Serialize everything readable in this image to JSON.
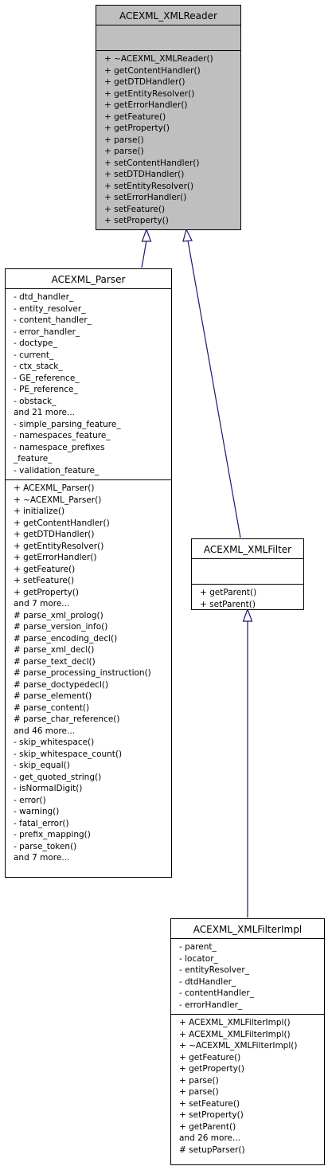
{
  "classes": {
    "xmlreader": {
      "name": "ACEXML_XMLReader",
      "attributes": [],
      "methods": [
        "+ ~ACEXML_XMLReader()",
        "+ getContentHandler()",
        "+ getDTDHandler()",
        "+ getEntityResolver()",
        "+ getErrorHandler()",
        "+ getFeature()",
        "+ getProperty()",
        "+ parse()",
        "+ parse()",
        "+ setContentHandler()",
        "+ setDTDHandler()",
        "+ setEntityResolver()",
        "+ setErrorHandler()",
        "+ setFeature()",
        "+ setProperty()"
      ]
    },
    "parser": {
      "name": "ACEXML_Parser",
      "attributes": [
        "- dtd_handler_",
        "- entity_resolver_",
        "- content_handler_",
        "- error_handler_",
        "- doctype_",
        "- current_",
        "- ctx_stack_",
        "- GE_reference_",
        "- PE_reference_",
        "- obstack_",
        "and 21 more...",
        "- simple_parsing_feature_",
        "- namespaces_feature_",
        "- namespace_prefixes",
        "_feature_",
        "- validation_feature_"
      ],
      "methods": [
        "+ ACEXML_Parser()",
        "+ ~ACEXML_Parser()",
        "+ initialize()",
        "+ getContentHandler()",
        "+ getDTDHandler()",
        "+ getEntityResolver()",
        "+ getErrorHandler()",
        "+ getFeature()",
        "+ setFeature()",
        "+ getProperty()",
        "and 7 more...",
        "# parse_xml_prolog()",
        "# parse_version_info()",
        "# parse_encoding_decl()",
        "# parse_xml_decl()",
        "# parse_text_decl()",
        "# parse_processing_instruction()",
        "# parse_doctypedecl()",
        "# parse_element()",
        "# parse_content()",
        "# parse_char_reference()",
        "and 46 more...",
        "- skip_whitespace()",
        "- skip_whitespace_count()",
        "- skip_equal()",
        "- get_quoted_string()",
        "- isNormalDigit()",
        "- error()",
        "- warning()",
        "- fatal_error()",
        "- prefix_mapping()",
        "- parse_token()",
        "and 7 more..."
      ]
    },
    "xmlfilter": {
      "name": "ACEXML_XMLFilter",
      "attributes": [],
      "methods": [
        "+ getParent()",
        "+ setParent()"
      ]
    },
    "xmlfilterimpl": {
      "name": "ACEXML_XMLFilterImpl",
      "attributes": [
        "- parent_",
        "- locator_",
        "- entityResolver_",
        "- dtdHandler_",
        "- contentHandler_",
        "- errorHandler_"
      ],
      "methods": [
        "+ ACEXML_XMLFilterImpl()",
        "+ ACEXML_XMLFilterImpl()",
        "+ ~ACEXML_XMLFilterImpl()",
        "+ getFeature()",
        "+ getProperty()",
        "+ parse()",
        "+ parse()",
        "+ setFeature()",
        "+ setProperty()",
        "+ getParent()",
        "and 26 more...",
        "# setupParser()"
      ]
    }
  },
  "colors": {
    "root_fill": "#bfbfbf",
    "box_border": "#000000",
    "edge_color": "#191970"
  }
}
